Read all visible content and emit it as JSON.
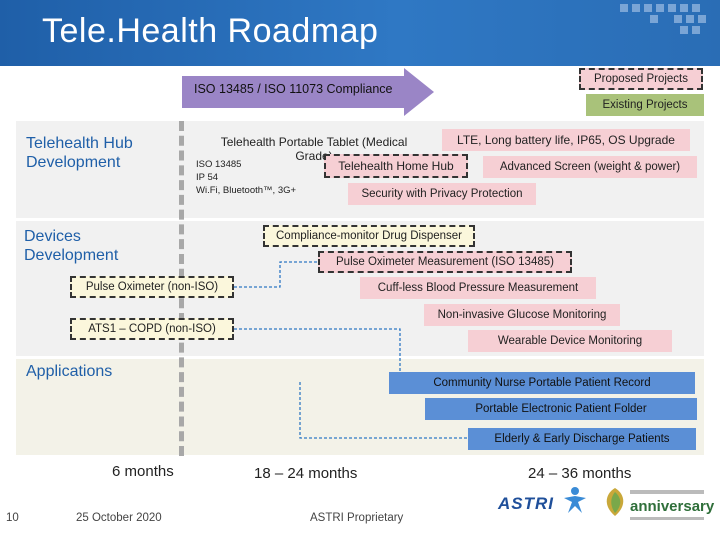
{
  "title": "Tele.Health Roadmap",
  "compliance_arrow": "ISO 13485 / ISO 11073 Compliance",
  "legend": {
    "proposed": "Proposed Projects",
    "existing": "Existing Projects"
  },
  "sections": {
    "hub": "Telehealth Hub Development",
    "devices": "Devices Development",
    "applications": "Applications"
  },
  "hub_items": {
    "tablet": "Telehealth Portable Tablet (Medical Grade)",
    "specs": [
      "ISO 13485",
      "IP 54",
      "Wi.Fi, Bluetooth™, 3G+"
    ],
    "lte": "LTE, Long battery life, IP65, OS Upgrade",
    "home_hub": "Telehealth Home Hub",
    "advanced_screen": "Advanced Screen (weight & power)",
    "security": "Security with Privacy Protection"
  },
  "device_items": {
    "drug_dispenser": "Compliance-monitor Drug Dispenser",
    "pulse_iso": "Pulse Oximeter Measurement (ISO 13485)",
    "pulse_non_iso": "Pulse Oximeter (non-ISO)",
    "cuffless": "Cuff-less Blood Pressure Measurement",
    "glucose": "Non-invasive Glucose Monitoring",
    "ats1": "ATS1 – COPD (non-ISO)",
    "wearable": "Wearable Device Monitoring"
  },
  "app_items": {
    "nurse": "Community Nurse Portable Patient Record",
    "folder": "Portable Electronic Patient Folder",
    "elderly": "Elderly & Early Discharge Patients"
  },
  "timeline": [
    "6 months",
    "18 – 24 months",
    "24 – 36 months"
  ],
  "footer": {
    "page": "10",
    "date": "25 October 2020",
    "proprietary": "ASTRI Proprietary",
    "astri_logo": "ASTRI",
    "anniversary_logo": "anniversary"
  },
  "colors": {
    "header_blue": "#2a6db5",
    "proposed_pink": "#f6cfd4",
    "existing_green": "#a9c27a",
    "app_blue": "#5b8fd6",
    "compliance_arrow": "#9a85c6"
  }
}
